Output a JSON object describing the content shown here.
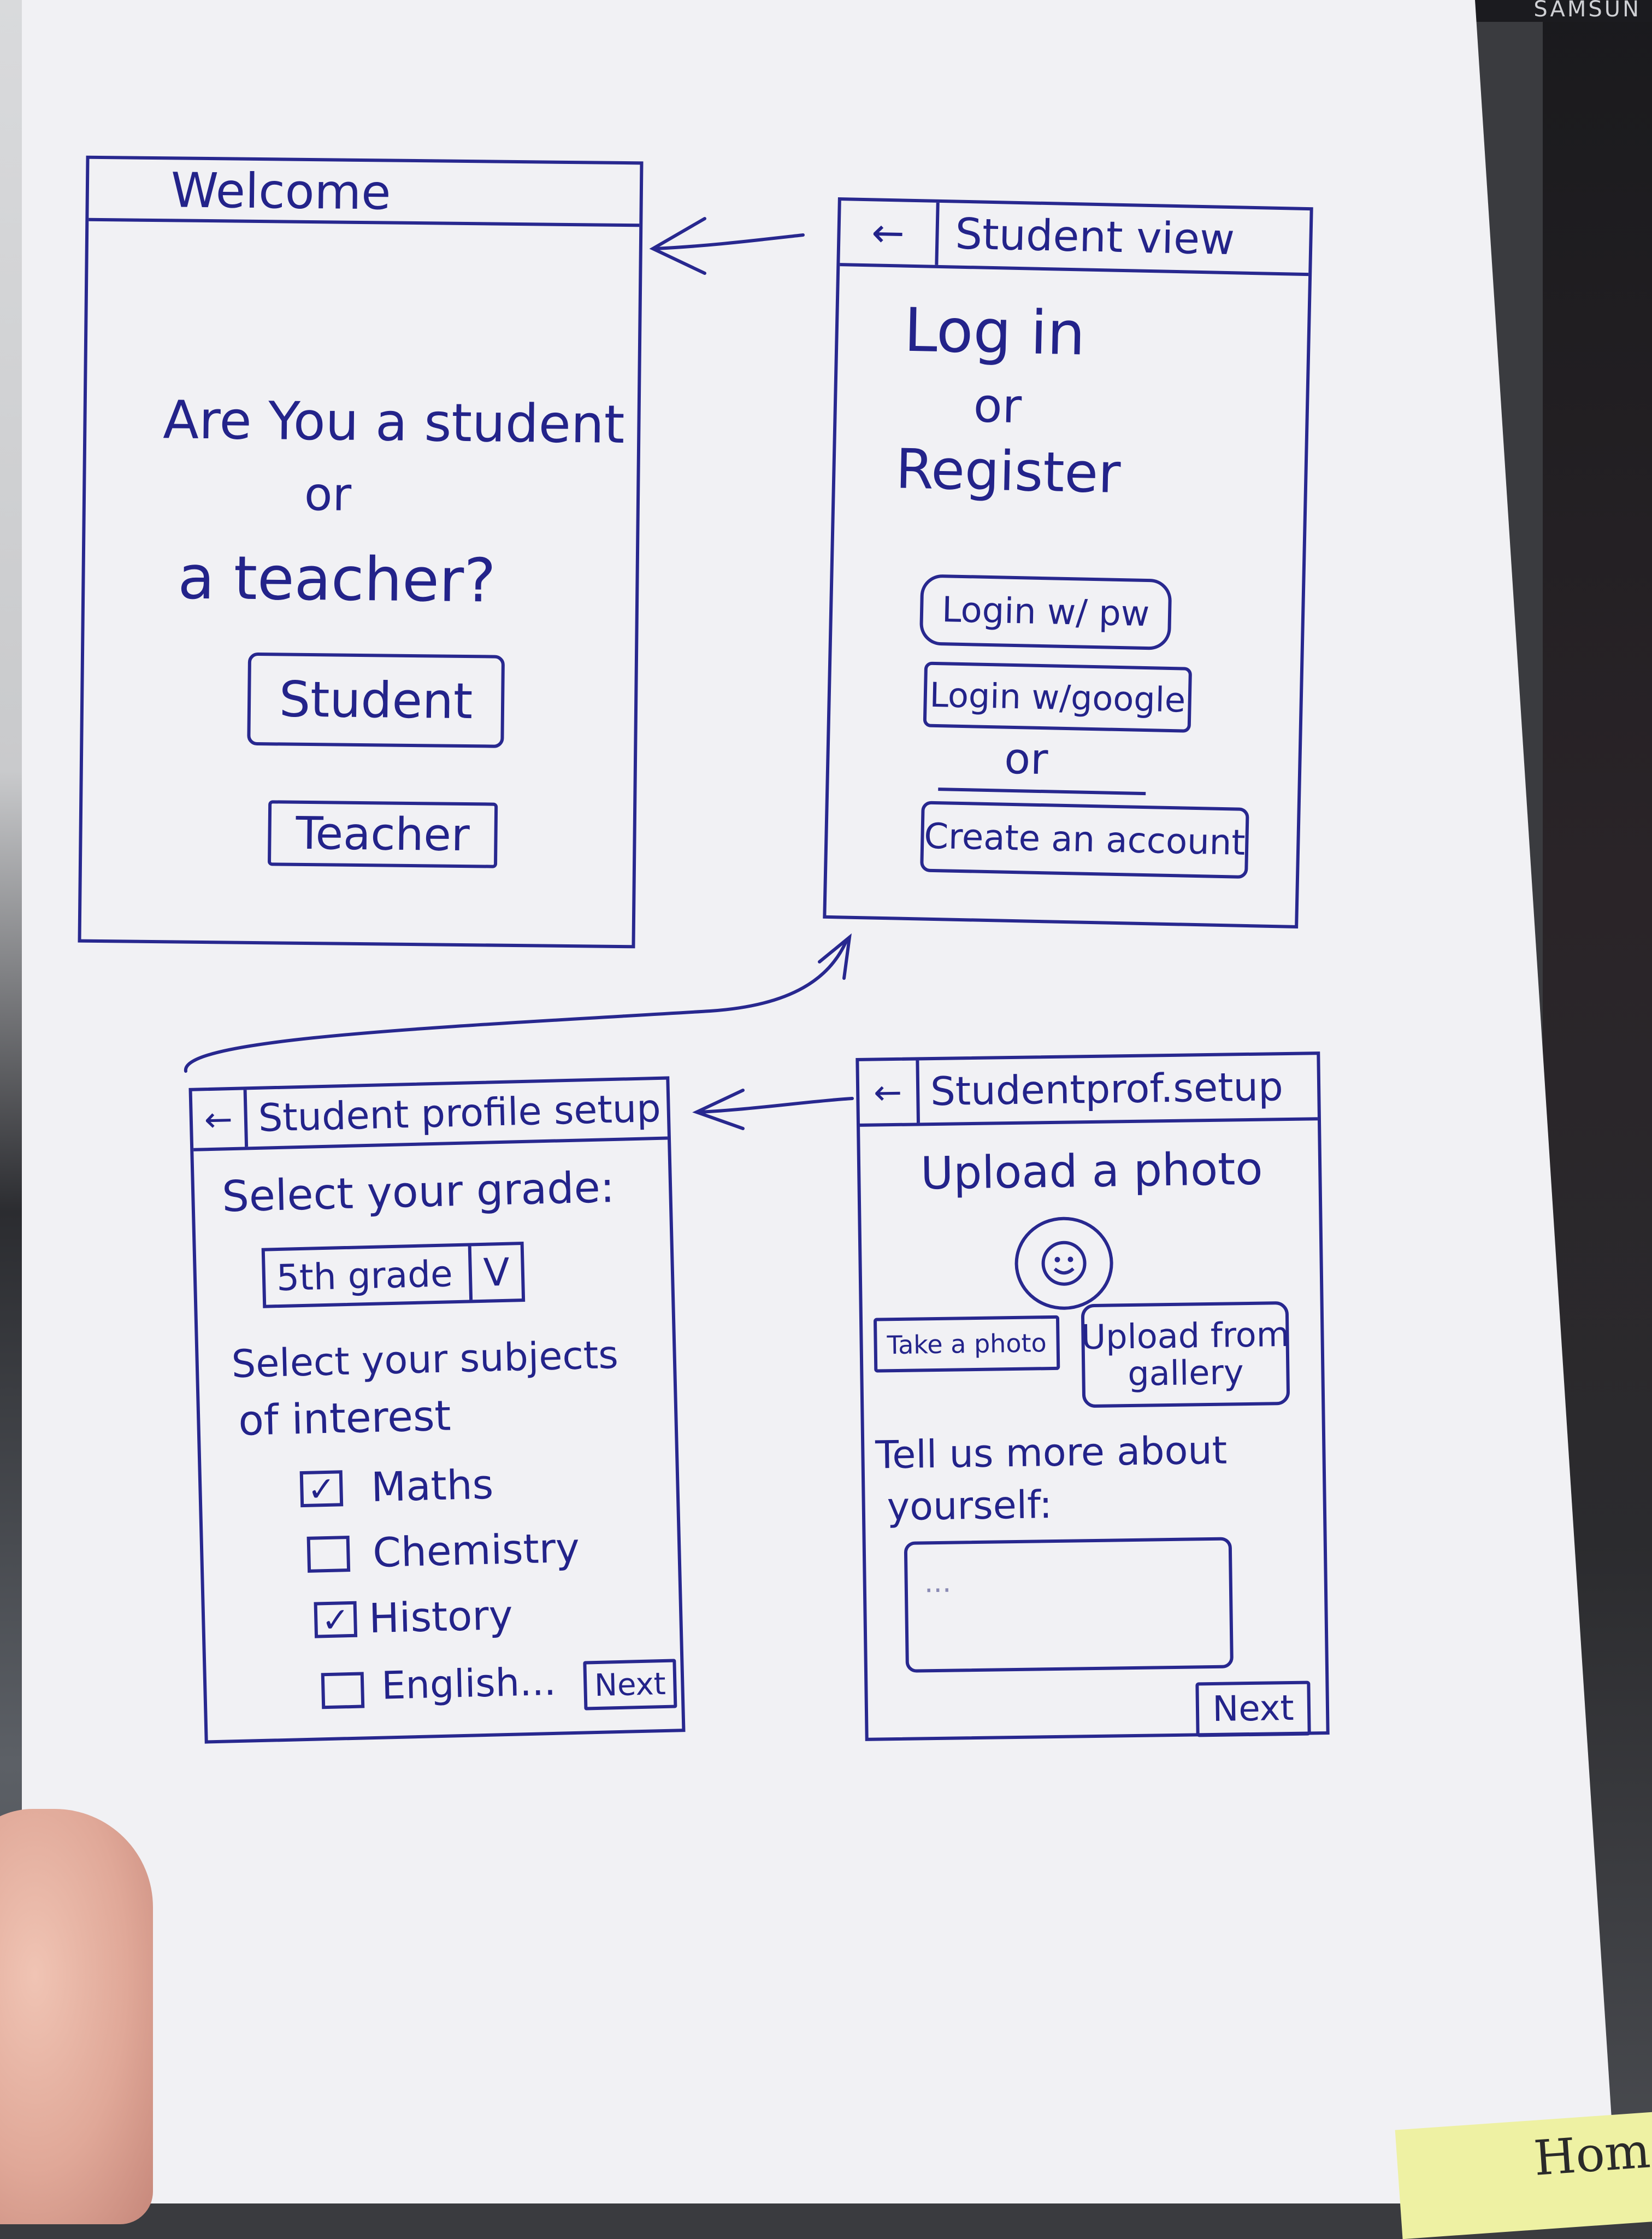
{
  "screens": {
    "welcome": {
      "title": "Welcome",
      "question_line1": "Are You a student",
      "question_line2": "or",
      "question_line3": "a teacher?",
      "student_button": "Student",
      "teacher_button": "Teacher"
    },
    "student_view": {
      "back": "←",
      "title": "Student view",
      "heading_line1": "Log in",
      "heading_line2": "or",
      "heading_line3": "Register",
      "login_pw_button": "Login w/ pw",
      "login_google_button": "Login w/google",
      "or_separator": "or",
      "create_account_button": "Create an account"
    },
    "student_profile_setup": {
      "back": "←",
      "title": "Student profile setup",
      "grade_label": "Select your grade:",
      "grade_value": "5th grade",
      "dropdown_chevron": "V",
      "subjects_label_line1": "Select your subjects",
      "subjects_label_line2": "of interest",
      "subjects": [
        {
          "label": "Maths",
          "checked": true
        },
        {
          "label": "Chemistry",
          "checked": false
        },
        {
          "label": "History",
          "checked": true
        },
        {
          "label": "English...",
          "checked": false
        }
      ],
      "check_mark": "✓",
      "next_button": "Next"
    },
    "student_photo_setup": {
      "back": "←",
      "title": "Studentprof.setup",
      "upload_heading": "Upload a photo",
      "avatar_icon": "smiley-face",
      "take_photo_button": "Take a photo",
      "upload_gallery_button_line1": "Upload from",
      "upload_gallery_button_line2": "gallery",
      "about_label_line1": "Tell us more about",
      "about_label_line2": "yourself:",
      "about_placeholder": "...",
      "next_button": "Next"
    }
  },
  "background": {
    "sticky_note": "Hom",
    "corner_label": "SAMSUN"
  },
  "colors": {
    "ink": "#23238a",
    "paper": "#f1f1f4"
  }
}
